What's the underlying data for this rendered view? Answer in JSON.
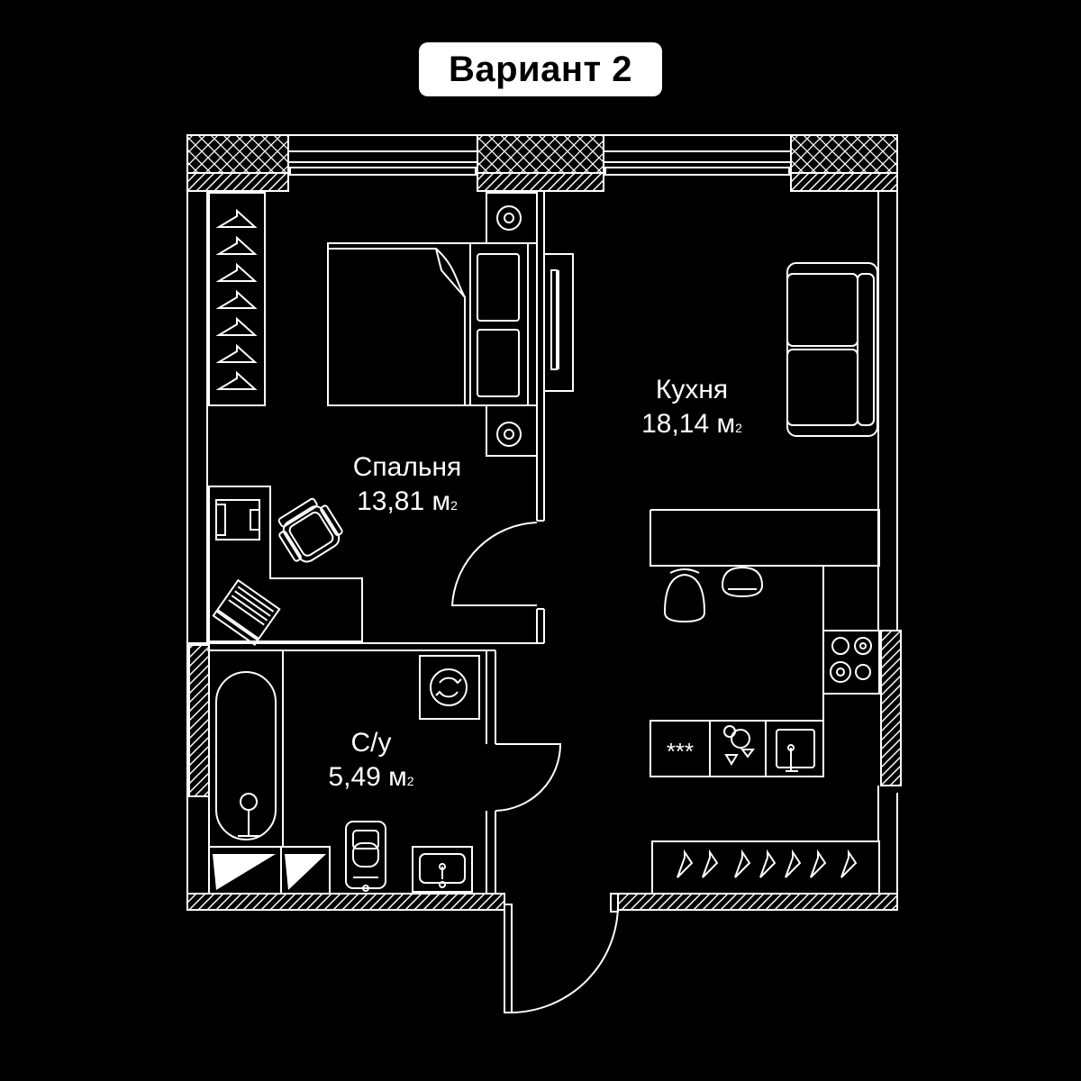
{
  "title": "Вариант 2",
  "rooms": {
    "bedroom": {
      "name": "Спальня",
      "area": "13,81",
      "unit": "м",
      "unit_exp": "2"
    },
    "kitchen": {
      "name": "Кухня",
      "area": "18,14",
      "unit": "м",
      "unit_exp": "2"
    },
    "bathroom": {
      "name": "С/у",
      "area": "5,49",
      "unit": "м",
      "unit_exp": "2"
    }
  },
  "stove_label": "***",
  "colors": {
    "background": "#000000",
    "lines": "#ffffff",
    "badge": "#ffffff"
  }
}
